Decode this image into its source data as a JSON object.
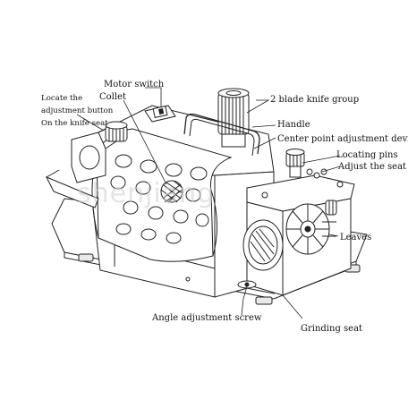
{
  "watermark": "shenjiang",
  "labels": {
    "motor_switch": "Motor switch",
    "blade_knife_group": "2 blade knife group",
    "locate_line1": "Locate the",
    "locate_line2": "adjustment button",
    "locate_line3": "On the knife seat",
    "collet": "Collet",
    "handle": "Handle",
    "center_point": "Center point adjustment device",
    "locating_pins": "Locating pins",
    "adjust_seat": "Adjust the seat",
    "leaves": "Leaves",
    "angle_screw": "Angle adjustment screw",
    "grinding_seat": "Grinding seat"
  },
  "colors": {
    "line": "#222222",
    "background": "#ffffff",
    "watermark": "#cfcfcf"
  }
}
